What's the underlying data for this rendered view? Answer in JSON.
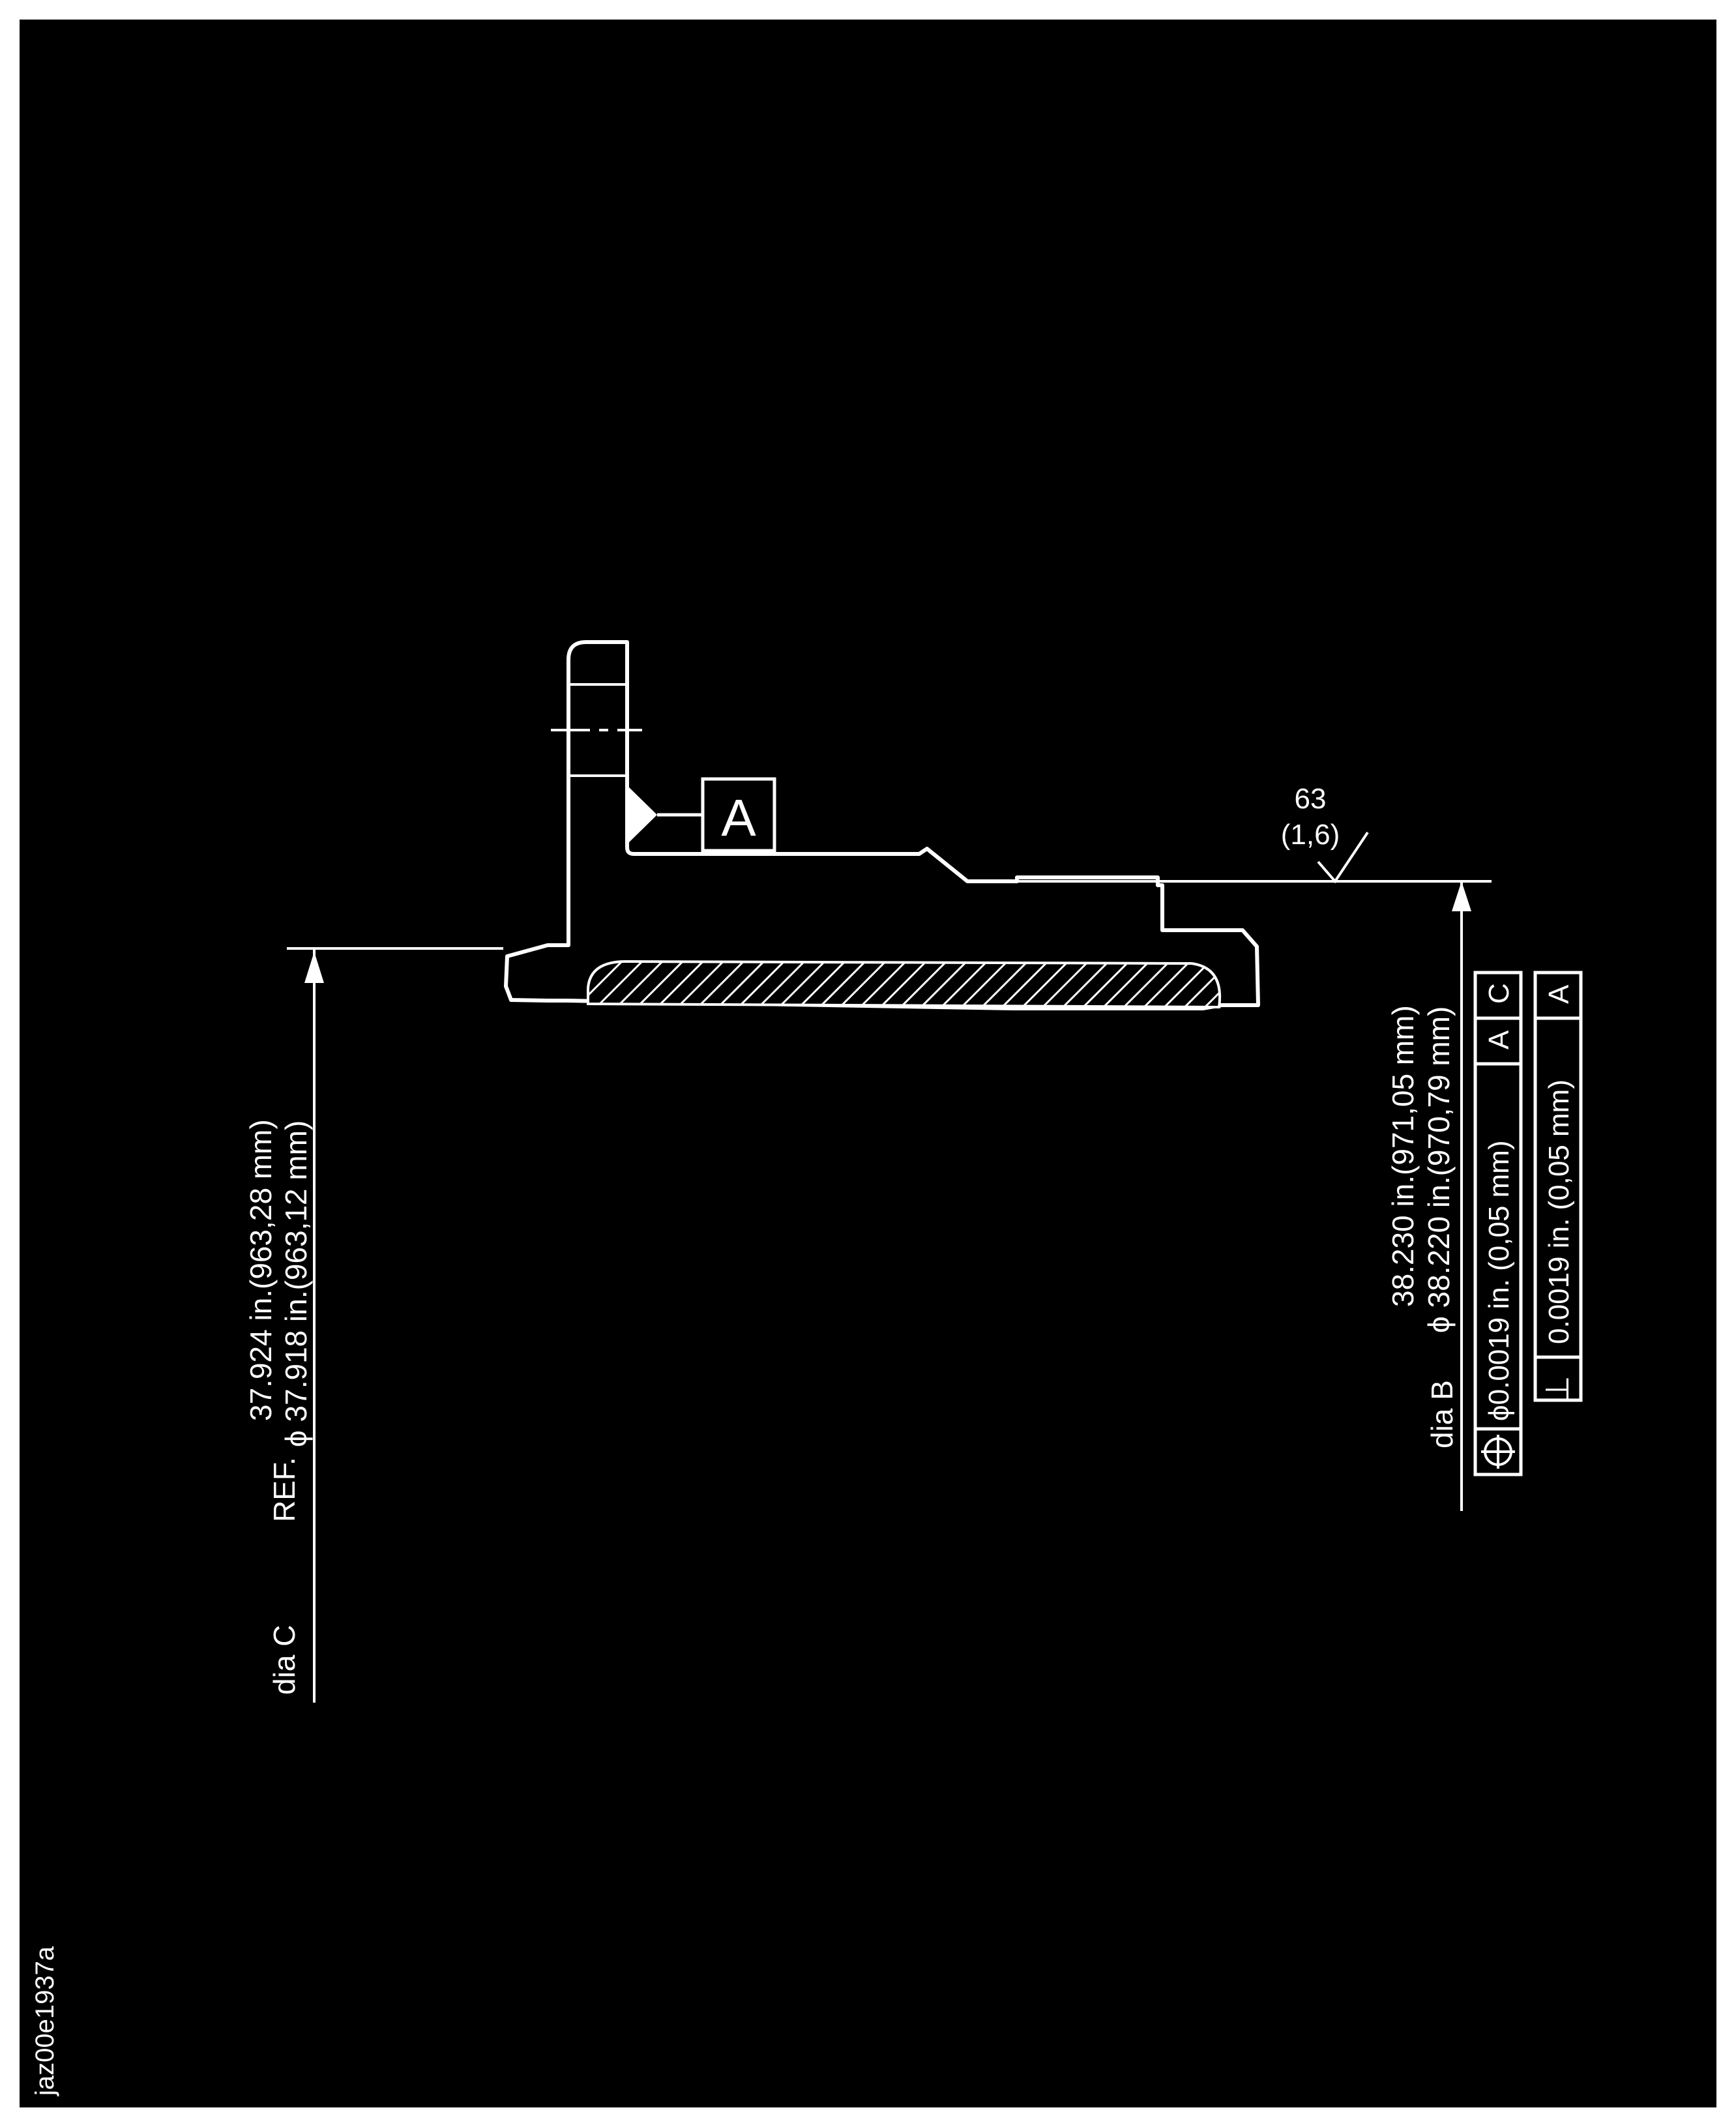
{
  "drawing": {
    "colors": {
      "background": "#000000",
      "lines": "#ffffff",
      "frame": "#ffffff"
    },
    "datum_a": {
      "label": "A"
    },
    "surface_finish": {
      "value": "63",
      "metric": "(1,6)"
    },
    "dia_c": {
      "name": "dia C",
      "ref": "REF.",
      "upper": "37.924 in.(963,28 mm)",
      "lower": "ϕ 37.918 in.(963,12 mm)"
    },
    "dia_b": {
      "name": "dia B",
      "upper": "38.230 in.(971,05 mm)",
      "lower": "ϕ 38.220 in.(970,79 mm)"
    },
    "fcf_position": {
      "symbol_icon": "position-icon",
      "tolerance": "ϕ0.0019 in.  (0,05 mm)",
      "datum1": "A",
      "datum2": "C"
    },
    "fcf_perpendicularity": {
      "symbol": "⊥",
      "tolerance": "0.0019 in.  (0,05 mm)",
      "datum1": "A"
    },
    "figure_id": "jaz00e1937a"
  }
}
